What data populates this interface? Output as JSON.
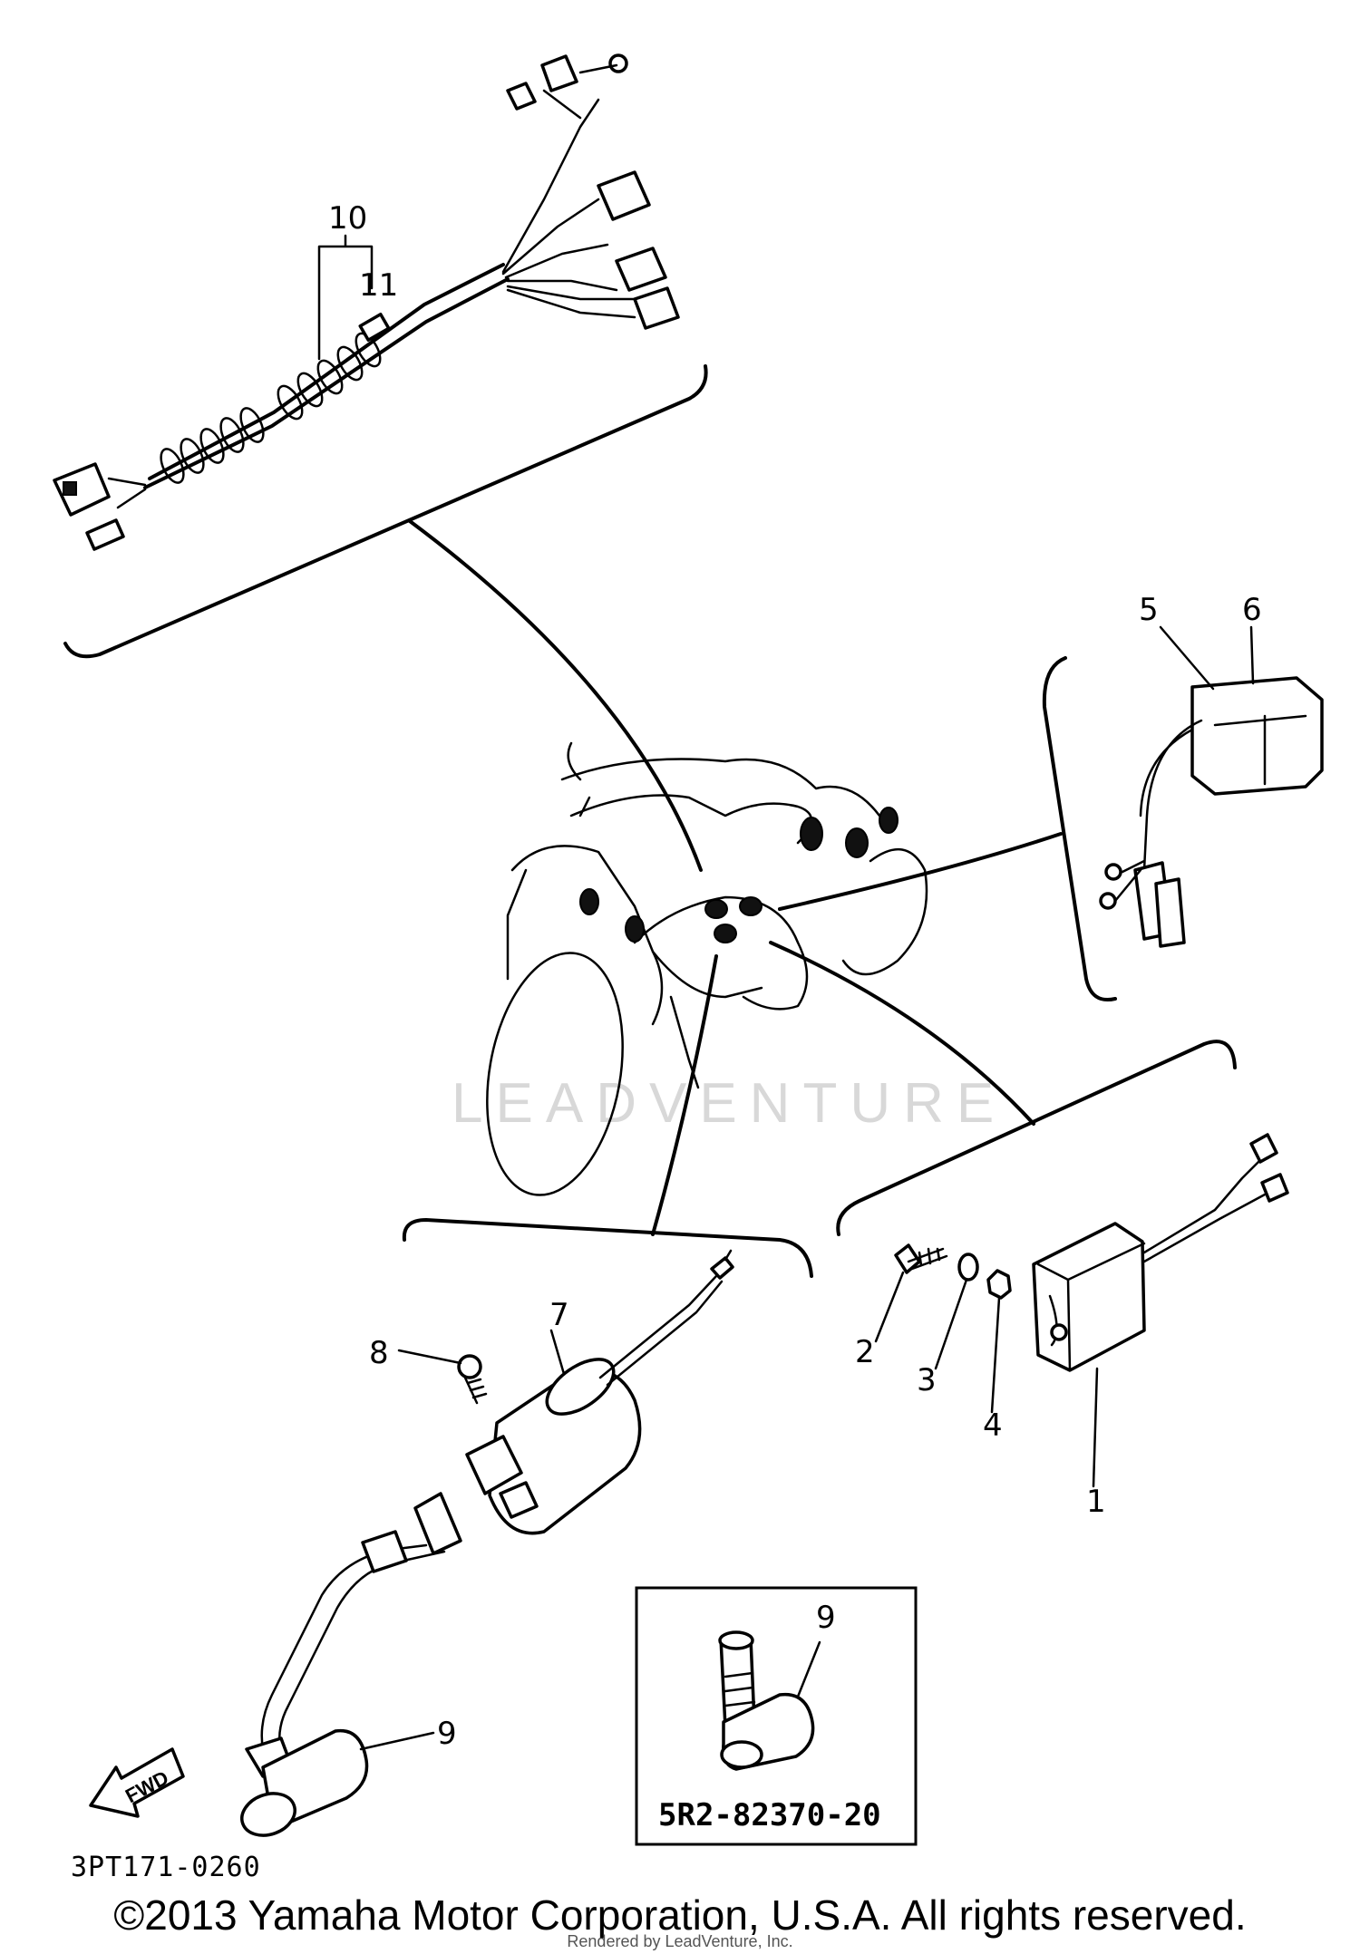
{
  "callouts": {
    "c1": "1",
    "c2": "2",
    "c3": "3",
    "c4": "4",
    "c5": "5",
    "c6": "6",
    "c7": "7",
    "c8": "8",
    "c9a": "9",
    "c9b": "9",
    "c10": "10",
    "c11": "11"
  },
  "inset": {
    "part_number": "5R2-82370-20"
  },
  "diagram_code": "3PT171-0260",
  "fwd_label": "FWD",
  "watermark": "LEADVENTURE",
  "copyright": "©2013 Yamaha Motor Corporation, U.S.A. All rights reserved.",
  "rendered_by": "Rendered by LeadVenture, Inc."
}
